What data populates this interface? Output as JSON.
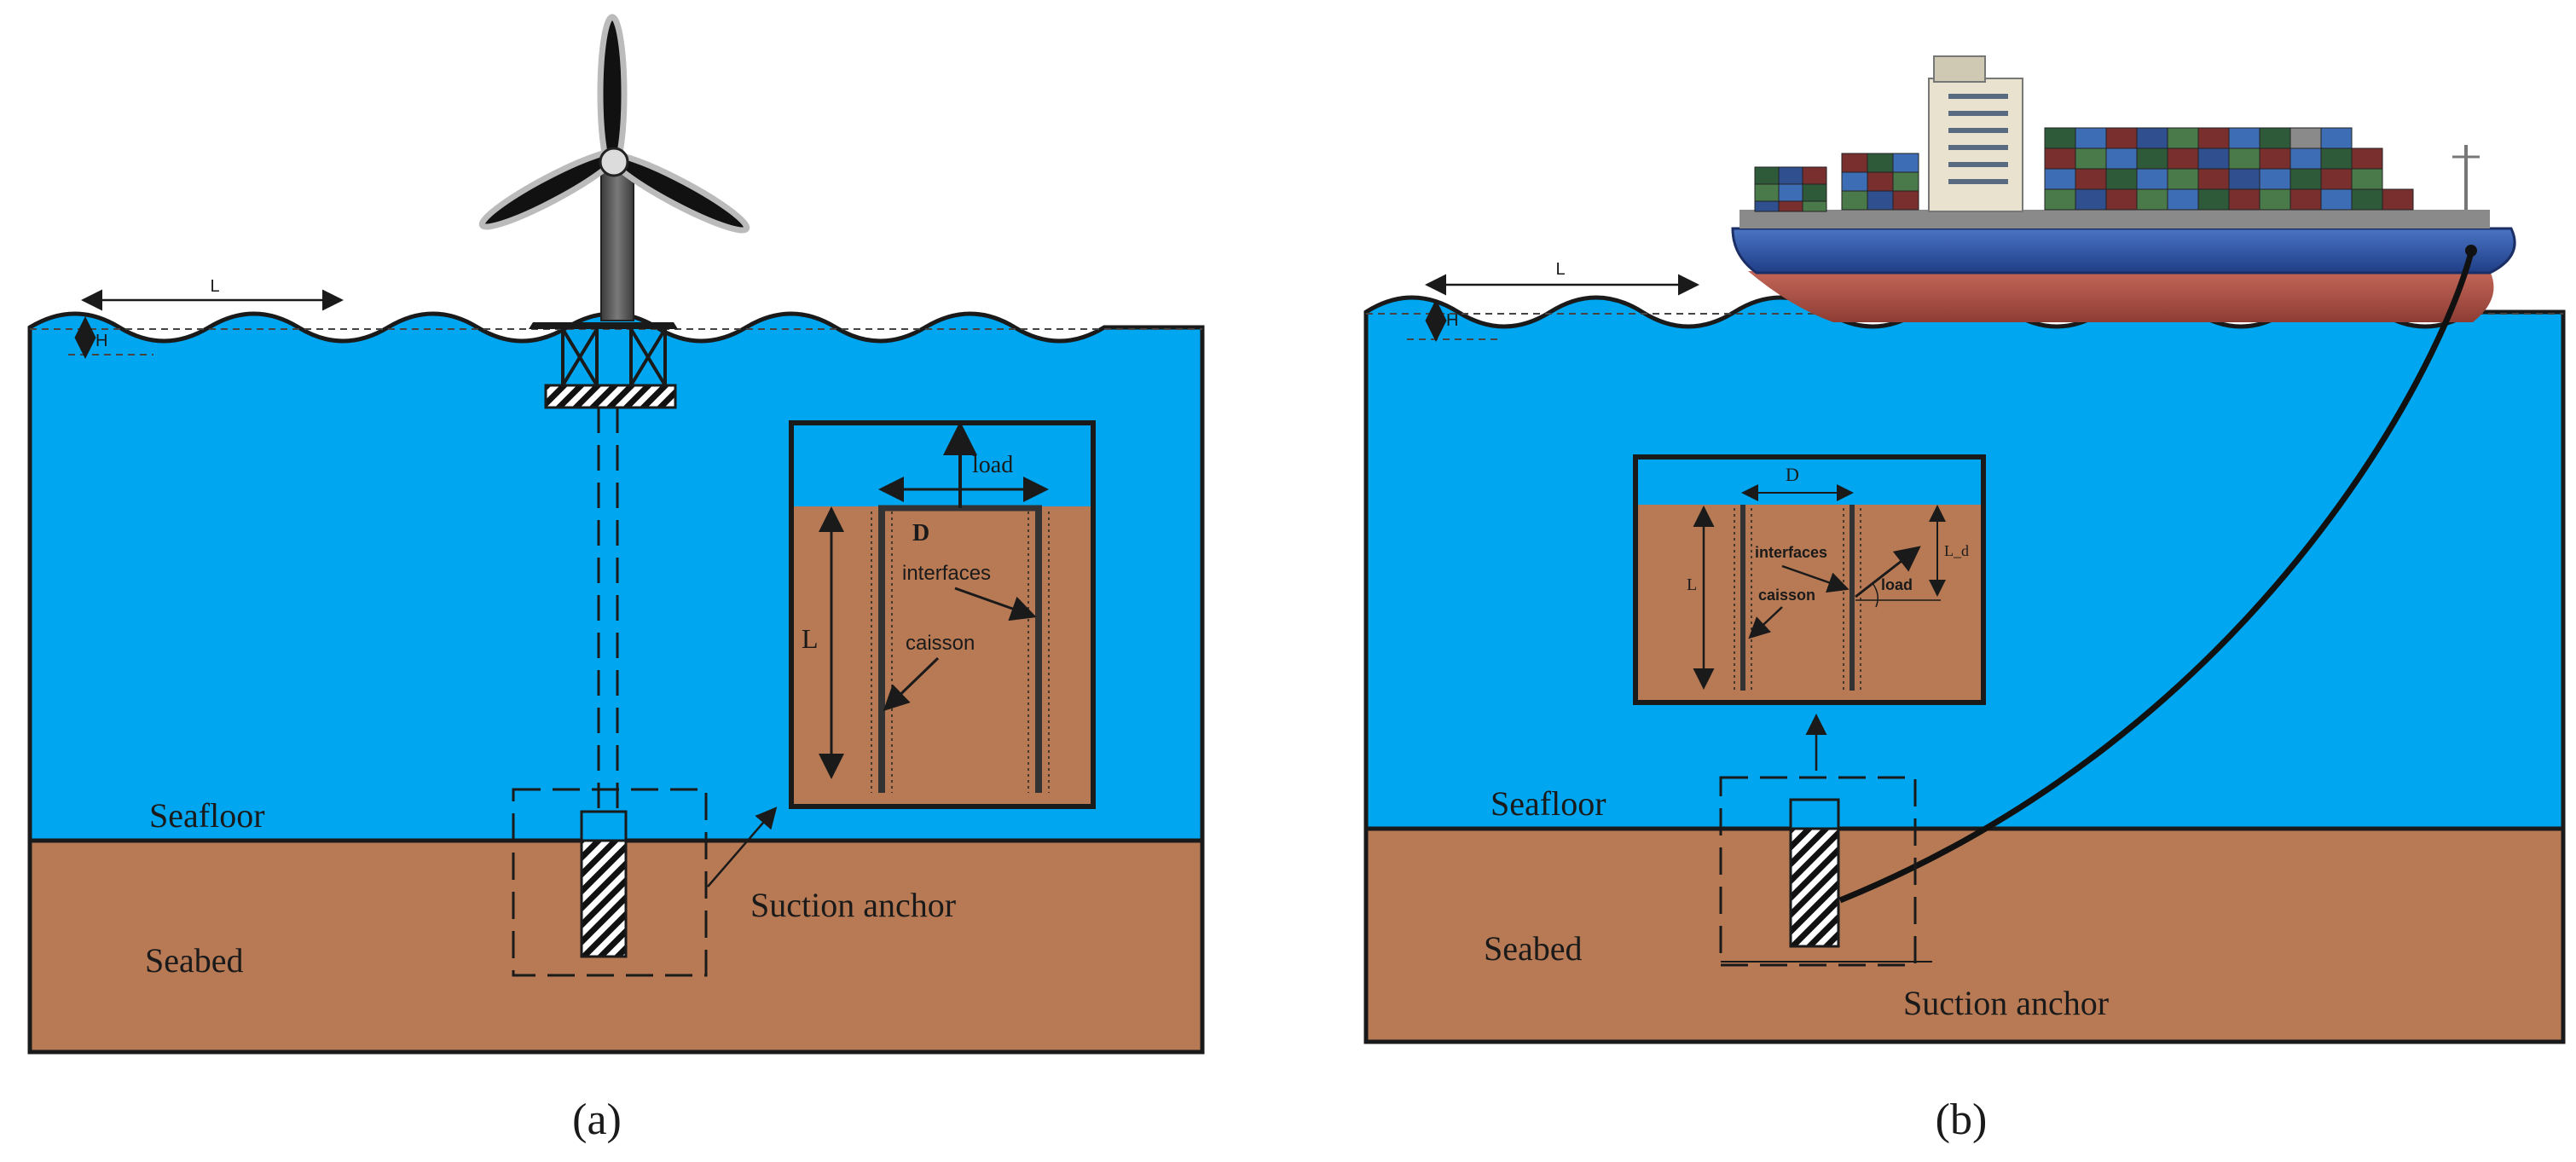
{
  "panel_a": {
    "caption": "(a)",
    "wave_length_label": "L",
    "wave_height_label": "H",
    "seafloor_label": "Seafloor",
    "seabed_label": "Seabed",
    "anchor_label": "Suction anchor",
    "inset": {
      "load_label": "load",
      "diameter_label": "D",
      "interfaces_label": "interfaces",
      "caisson_label": "caisson",
      "length_label": "L"
    }
  },
  "panel_b": {
    "caption": "(b)",
    "wave_length_label": "L",
    "wave_height_label": "H",
    "seafloor_label": "Seafloor",
    "seabed_label": "Seabed",
    "anchor_label": "Suction anchor",
    "inset": {
      "diameter_label": "D",
      "interfaces_label": "interfaces",
      "caisson_label": "caisson",
      "load_label": "load",
      "length_label": "L",
      "depth_label": "L_d"
    }
  },
  "colors": {
    "water": "#00a6ef",
    "soil": "#b77a55",
    "outline": "#1a1a1a",
    "ship_hull": "#2f56a6",
    "ship_bottom": "#b2574c"
  }
}
